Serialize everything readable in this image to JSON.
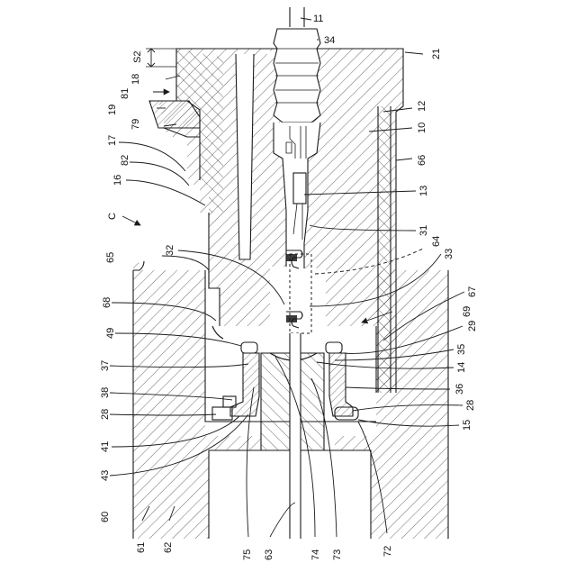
{
  "figure": {
    "labels": {
      "l11": "11",
      "l34": "34",
      "l21": "21",
      "lS2": "S2",
      "l18": "18",
      "l81": "81",
      "l19": "19",
      "l79": "79",
      "l12": "12",
      "l10": "10",
      "l17": "17",
      "l82": "82",
      "l66": "66",
      "l16": "16",
      "l13": "13",
      "lC": "C",
      "l31": "31",
      "l64": "64",
      "l65": "65",
      "l32": "32",
      "l33": "33",
      "l68": "68",
      "l67": "67",
      "l69": "69",
      "l49": "49",
      "l29": "29",
      "l35": "35",
      "l37": "37",
      "l14": "14",
      "l38": "38",
      "l36": "36",
      "l28a": "28",
      "l28b": "28",
      "l41": "41",
      "l15": "15",
      "l43": "43",
      "l60": "60",
      "l61": "61",
      "l62": "62",
      "l75": "75",
      "l63": "63",
      "l74": "74",
      "l73": "73",
      "l72": "72"
    }
  }
}
